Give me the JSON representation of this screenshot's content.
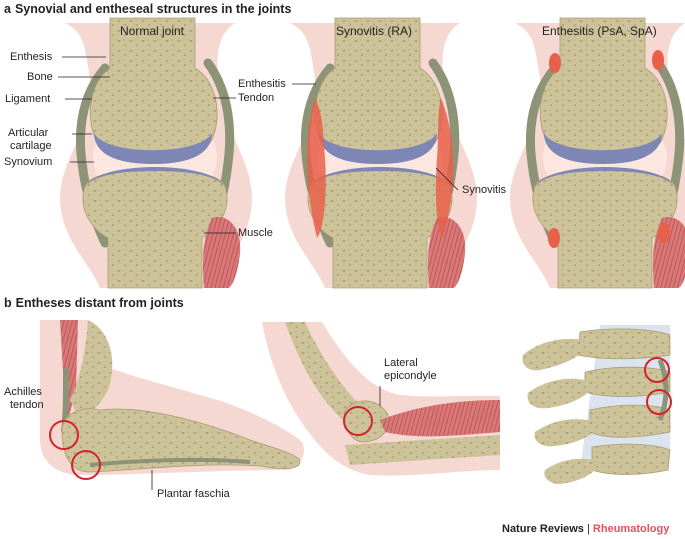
{
  "panel_a": {
    "letter": "a",
    "title": "Synovial and entheseal structures in the joints",
    "joints": [
      "Normal joint",
      "Synovitis (RA)",
      "Enthesitis (PsA, SpA)"
    ],
    "labels": {
      "enthesis": "Enthesis",
      "bone": "Bone",
      "ligament": "Ligament",
      "articular_cartilage_1": "Articular",
      "articular_cartilage_2": "cartilage",
      "synovium": "Synovium",
      "enthesitis": "Enthesitis",
      "tendon": "Tendon",
      "muscle": "Muscle",
      "synovitis": "Synovitis"
    }
  },
  "panel_b": {
    "letter": "b",
    "title": "Entheses distant from joints",
    "labels": {
      "achilles_1": "Achilles",
      "achilles_2": "tendon",
      "plantar_fascia": "Plantar faschia",
      "lateral_1": "Lateral",
      "lateral_2": "epicondyle"
    }
  },
  "credit": {
    "journal": "Nature Reviews",
    "separator": "|",
    "subject": "Rheumatology"
  },
  "colors": {
    "bone": "#cdc39a",
    "bone_pore": "#b3a77a",
    "cartilage": "#7d86b4",
    "skin": "#f5d8d2",
    "synovial_space": "#fbe7df",
    "ligament": "#8d9377",
    "inflammation": "#e8604a",
    "muscle": "#d06a6a",
    "highlight_circle": "#d2232a",
    "accent": "#e8505b"
  }
}
